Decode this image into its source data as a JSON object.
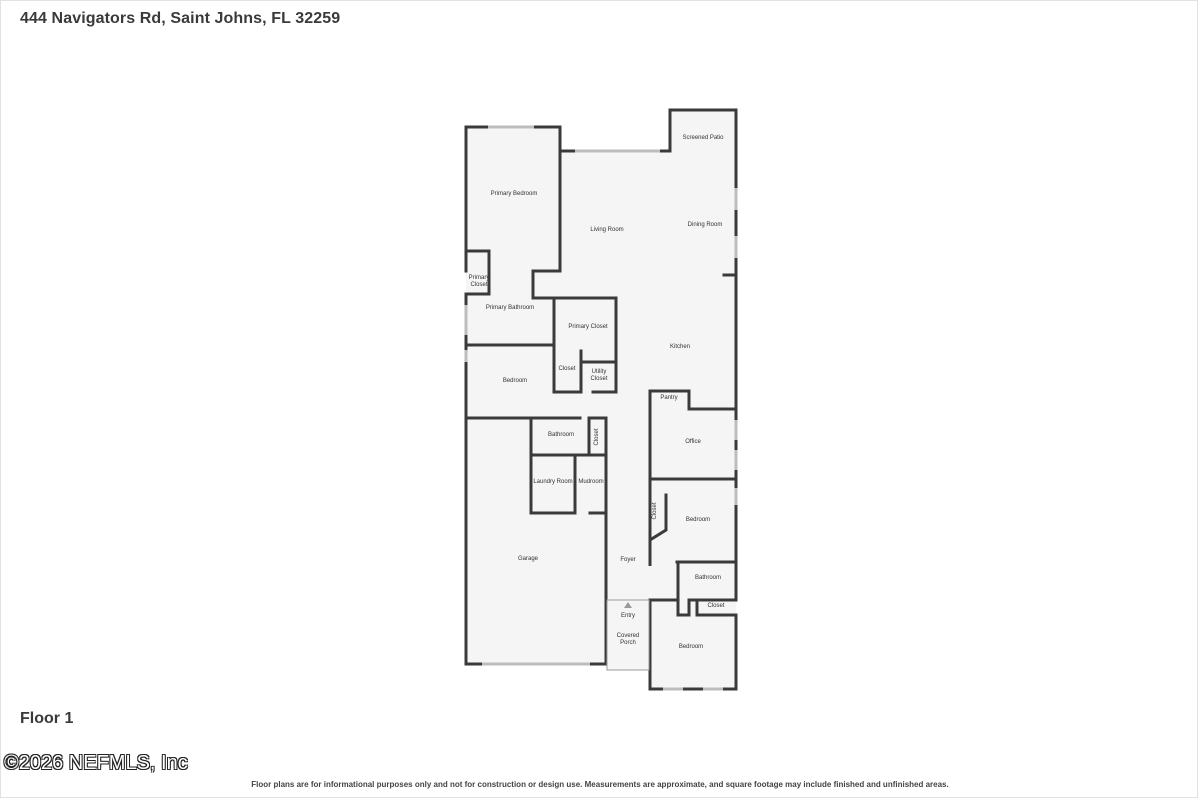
{
  "header": {
    "address": "444 Navigators Rd, Saint Johns, FL 32259"
  },
  "floor": {
    "label": "Floor 1"
  },
  "footer": {
    "copyright": "©2026 NEFMLS, Inc",
    "disclaimer": "Floor plans are for informational purposes only and not for construction or design use. Measurements are approximate, and square footage may include finished and unfinished areas."
  },
  "rooms": {
    "screened_patio": "Screened Patio",
    "primary_bedroom": "Primary Bedroom",
    "living_room": "Living Room",
    "dining_room": "Dining Room",
    "primary_closet_small_1": "Primary",
    "primary_closet_small_2": "Closet",
    "primary_bathroom": "Primary Bathroom",
    "primary_closet": "Primary Closet",
    "kitchen": "Kitchen",
    "bedroom_1": "Bedroom",
    "closet_1": "Closet",
    "utility_closet_1": "Utility",
    "utility_closet_2": "Closet",
    "pantry": "Pantry",
    "bathroom_1": "Bathroom",
    "closet_2": "Closet",
    "office": "Office",
    "laundry_room": "Laundry Room",
    "mudroom": "Mudroom",
    "closet_3": "Closet",
    "bedroom_2": "Bedroom",
    "garage": "Garage",
    "foyer": "Foyer",
    "bathroom_2": "Bathroom",
    "closet_4": "Closet",
    "entry": "Entry",
    "covered_porch_1": "Covered",
    "covered_porch_2": "Porch",
    "bedroom_3": "Bedroom"
  },
  "colors": {
    "wall": "#3a3a3a",
    "floor": "#f5f5f5"
  }
}
